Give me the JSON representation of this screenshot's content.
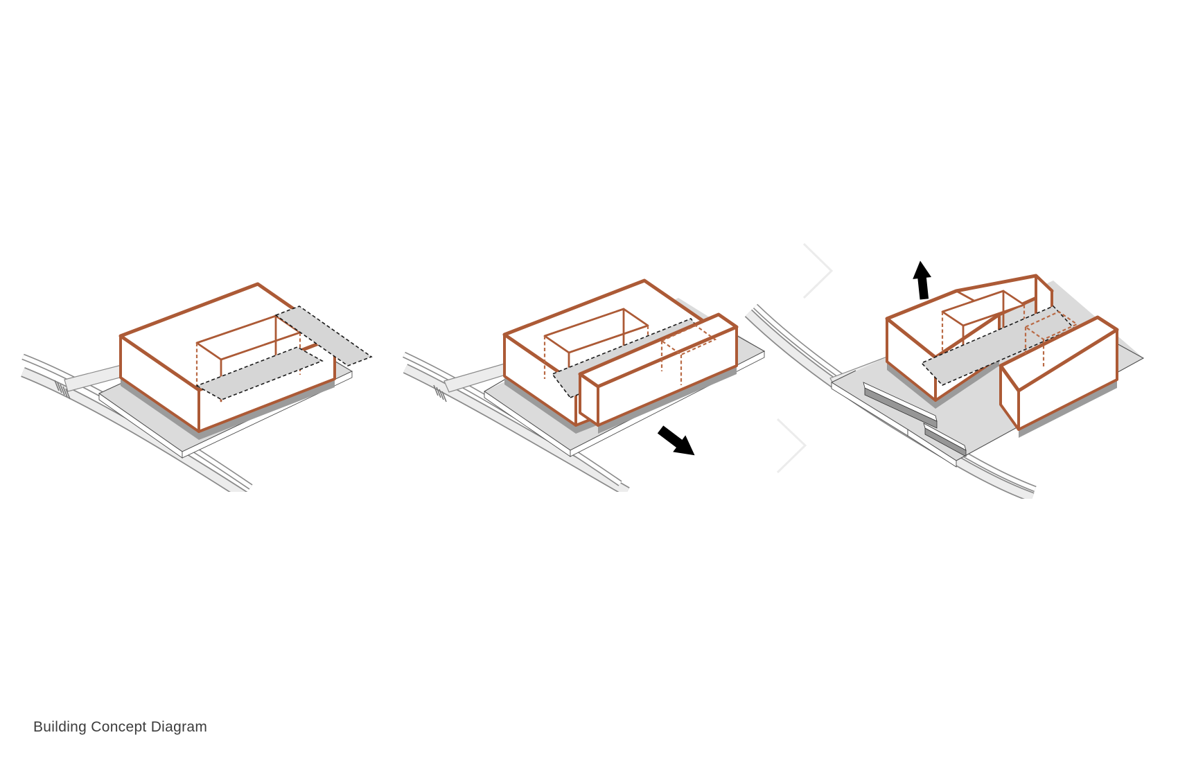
{
  "caption": {
    "text": "Building Concept Diagram"
  },
  "palette": {
    "background": "#FFFFFF",
    "accent_orange": "#AC5A36",
    "dashed_orange": "#B96A45",
    "shadow_bar_gray": "#D6D6D6",
    "site_gray": "#DBDBDB",
    "plinth_gray": "#9B9B9B",
    "road_gray": "#ECECEC",
    "road_border_gray": "#8A8A8A",
    "hidden_line_black": "#1A1A1A",
    "chevron_gray": "#ECECEC",
    "arrow_black": "#000000",
    "caption_gray": "#3C3C3C"
  },
  "diagrams": [
    {
      "id": "step-1",
      "name": "base-volume-with-courtyard",
      "arrow_icon": null
    },
    {
      "id": "step-2",
      "name": "bar-volume-shifted-southeast",
      "arrow_icon": "southeast-arrow-icon"
    },
    {
      "id": "step-3",
      "name": "roof-lifted-upward",
      "arrow_icon": "up-arrow-icon"
    }
  ],
  "icons": {
    "southeast_arrow": "solid block arrow pointing down-right",
    "up_arrow": "solid block arrow pointing up",
    "sequence_chevron": "faint right-pointing chevron"
  }
}
